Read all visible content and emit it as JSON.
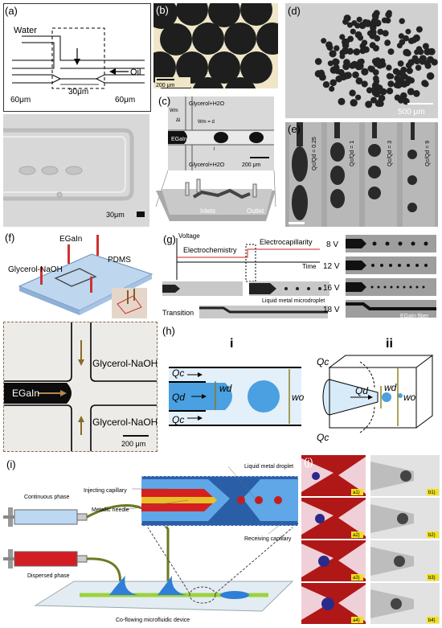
{
  "panels": {
    "a": {
      "label": "(a)",
      "water": "Water",
      "oil": "Oil",
      "w_left": "60μm",
      "w_mid": "30μm",
      "w_right": "60μm",
      "scale": "30μm"
    },
    "b": {
      "label": "(b)",
      "scale": "200 μm"
    },
    "c": {
      "label": "(c)",
      "top_flow": "Glycerol+H2O",
      "bottom_flow": "Glycerol+H2O",
      "metal": "EGaIn",
      "wm": "Wm",
      "wm_eq": "Wm = d",
      "delta_l": "Δl",
      "period": "l",
      "scale": "200 μm",
      "inlets": "Inlets",
      "outlet": "Outlet"
    },
    "d": {
      "label": "(d)",
      "scale": "500 μm"
    },
    "e": {
      "label": "(e)",
      "ratios": [
        "Qc/Qd = 0.25",
        "Qc/Qd = 1",
        "Qc/Qd = 3",
        "Qc/Qd = 9"
      ]
    },
    "f": {
      "label": "(f)",
      "glycerol_naoh": "Glycerol-NaOH",
      "egain": "EGaIn",
      "pdms": "PDMS",
      "zoom_top": "Glycerol-NaOH",
      "zoom_bottom": "Glycerol-NaOH",
      "zoom_metal": "EGaIn",
      "scale": "200 μm"
    },
    "g": {
      "label": "(g)",
      "voltage": "Voltage",
      "time": "Time",
      "electrochem": "Electrochemistry",
      "electrocap": "Electrocapillarity",
      "droplet": "Liquid metal microdroplet",
      "transition": "Transition",
      "fiber": "EGaIn fiber",
      "voltages": [
        "8 V",
        "12 V",
        "16 V",
        "18 V"
      ]
    },
    "h": {
      "label": "(h)",
      "i": "i",
      "ii": "ii",
      "qc": "Qc",
      "qd": "Qd",
      "wd": "wd",
      "wo": "wo"
    },
    "i": {
      "label": "(i)",
      "continuous": "Continuous phase",
      "dispersed": "Dispersed phase",
      "injecting": "Injecting capillary",
      "needle": "Metallic needle",
      "lm_droplet": "Liquid metal droplet",
      "receiving": "Receiving capillary",
      "device": "Co-flowing microfluidic device"
    },
    "j": {
      "label": "(j)",
      "tags_left": [
        "a1)",
        "a2)",
        "a3)",
        "a4)"
      ],
      "tags_right": [
        "b1)",
        "b2)",
        "b3)",
        "b4)"
      ]
    }
  }
}
